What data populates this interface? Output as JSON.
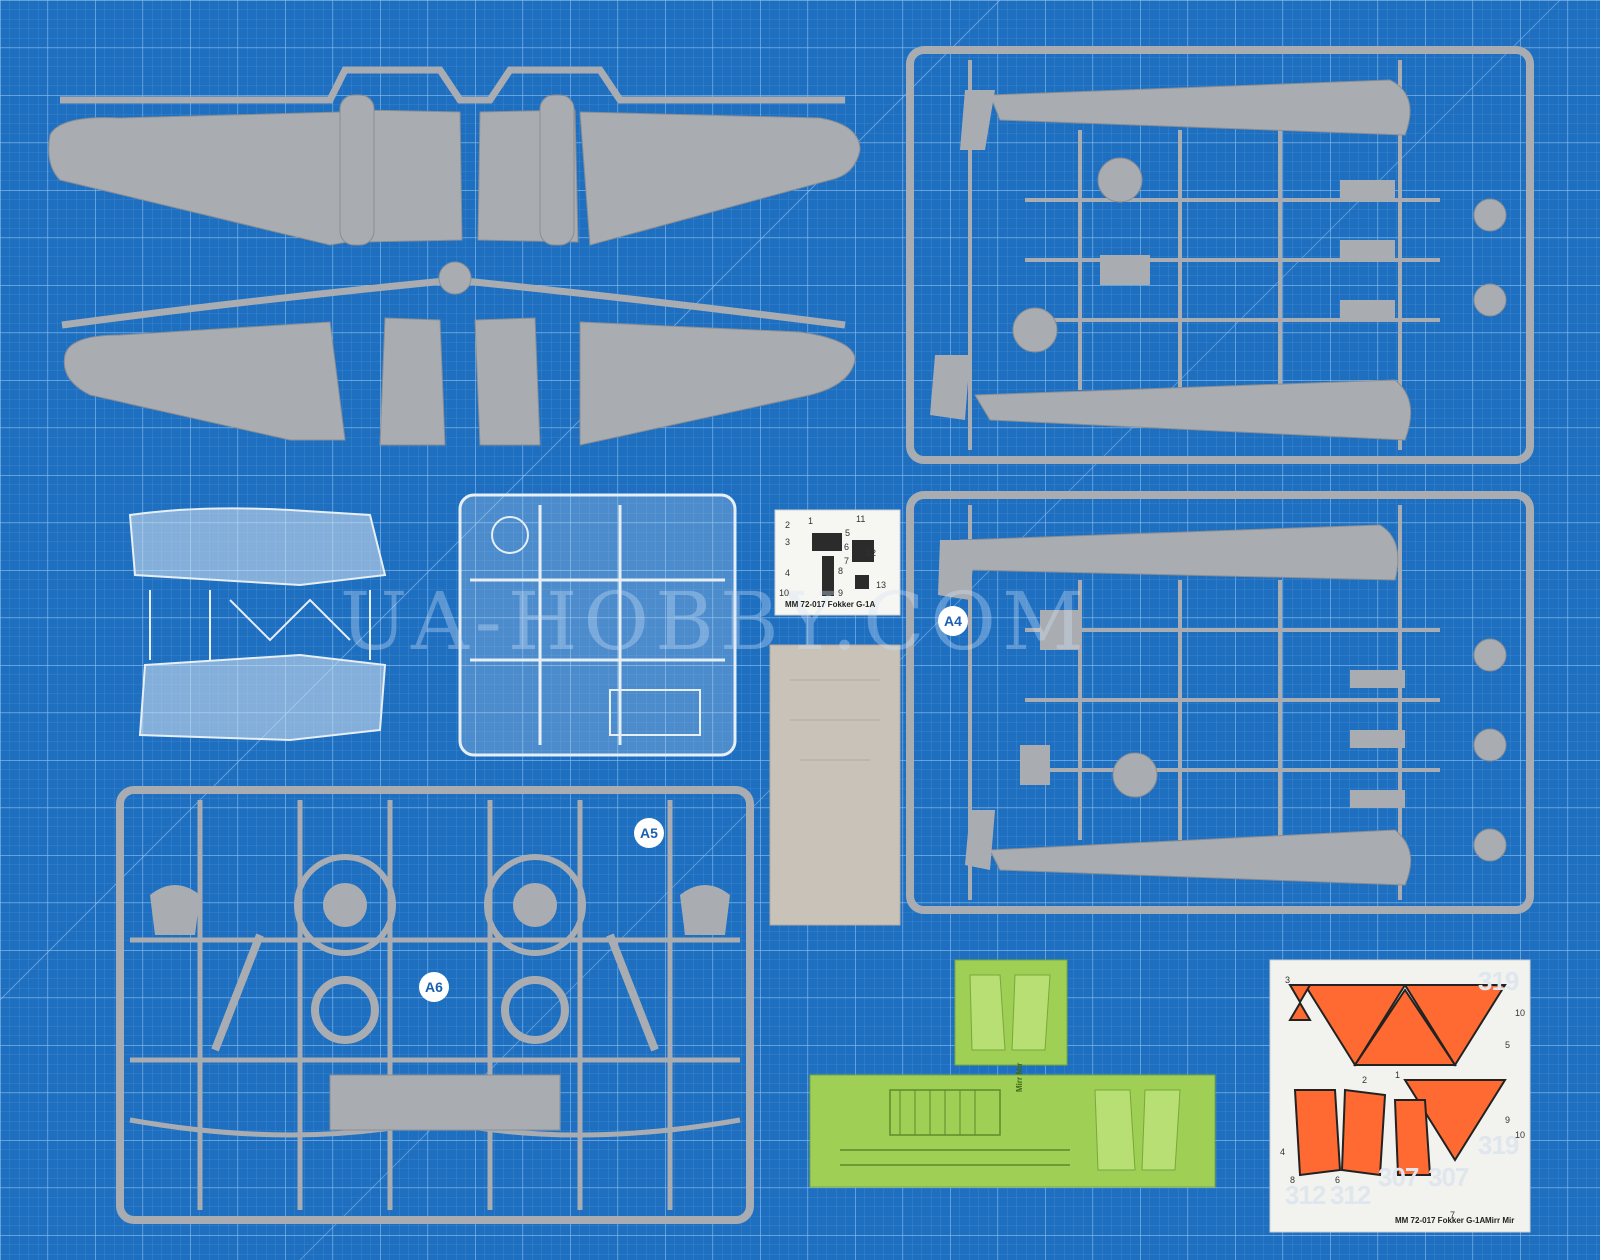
{
  "watermark": "UA-HOBBY.COM",
  "sprue_tags": [
    "A4",
    "A5",
    "A6"
  ],
  "instrument_decal_caption": "MM 72-017 Fokker G-1A",
  "instrument_decal_numbers": [
    "1",
    "2",
    "3",
    "4",
    "5",
    "6",
    "7",
    "8",
    "9",
    "10",
    "11",
    "12",
    "13"
  ],
  "decal_sheet": {
    "caption": "MM 72-017 Fokker G-1A",
    "brand": "Mirr Mir",
    "serials": [
      "319",
      "319",
      "312",
      "312",
      "307",
      "307"
    ],
    "callout_numbers": [
      "3",
      "1",
      "2",
      "4",
      "5",
      "6",
      "7",
      "8",
      "9",
      "10",
      "10"
    ]
  },
  "photoetch_brand": "Mirr Mir",
  "colors": {
    "mat_blue": "#1f6fc0",
    "plastic_grey": "#a9adb2",
    "clear_sprue": "#c9d8e6",
    "photoetch_green": "#9fcf55",
    "decal_orange": "#ff6a33",
    "decal_paper": "#f2f2ee",
    "masking_sheet": "#c9c2b8"
  }
}
